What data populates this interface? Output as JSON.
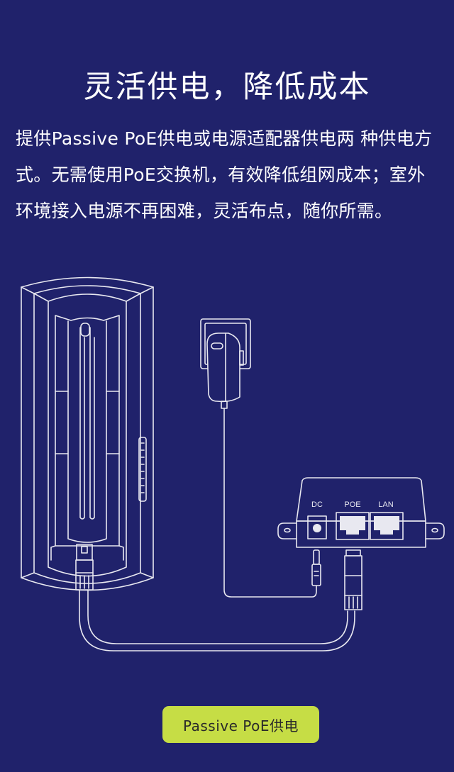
{
  "header": {
    "title": "灵活供电，降低成本"
  },
  "description": {
    "text": "提供Passive PoE供电或电源适配器供电两 种供电方式。无需使用PoE交换机，有效降低组网成本；室外环境接入电源不再困难，灵活布点，随你所需。"
  },
  "illustration": {
    "injector_ports": {
      "dc": "DC",
      "poe": "POE",
      "lan": "LAN"
    }
  },
  "cta": {
    "label": "Passive PoE供电"
  },
  "colors": {
    "background": "#20226b",
    "accent": "#c6dd45",
    "line": "#e8e8f0"
  }
}
